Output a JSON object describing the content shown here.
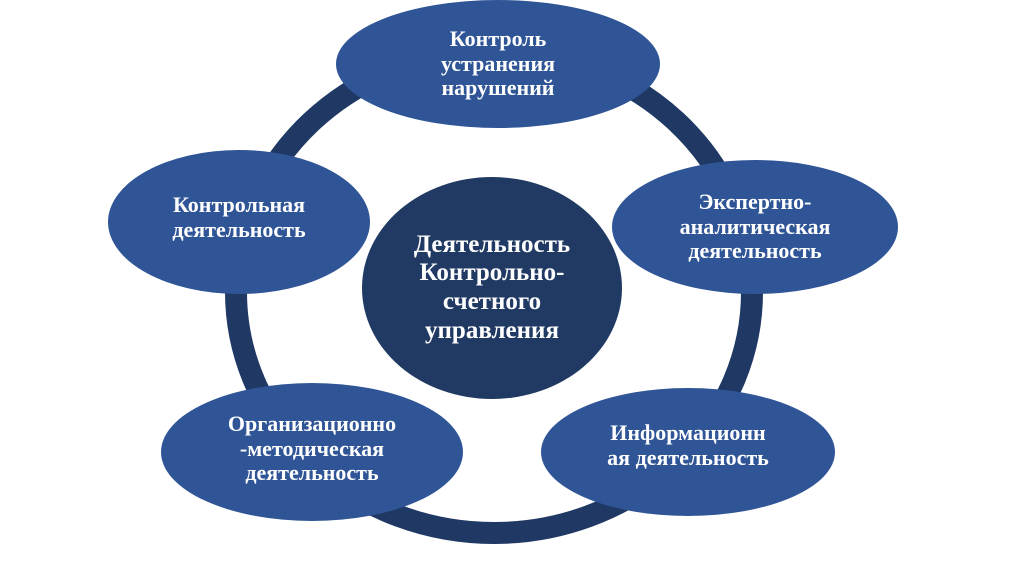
{
  "diagram": {
    "type": "cycle-with-hub",
    "colors": {
      "background": "#ffffff",
      "ring": "#1f3864",
      "center_fill": "#213a64",
      "node_fill": "#2f5597",
      "text": "#ffffff"
    },
    "center": {
      "label": "Деятельность\nКонтрольно-\nсчетного\nуправления"
    },
    "nodes": [
      {
        "id": "top",
        "label": "Контроль\nустранения\nнарушений"
      },
      {
        "id": "right",
        "label": "Экспертно-\nаналитическая\nдеятельность"
      },
      {
        "id": "bottom-right",
        "label": "Информационн\nая деятельность"
      },
      {
        "id": "bottom-left",
        "label": "Организационно\n-методическая\nдеятельность"
      },
      {
        "id": "left",
        "label": "Контрольная\nдеятельность"
      }
    ]
  }
}
